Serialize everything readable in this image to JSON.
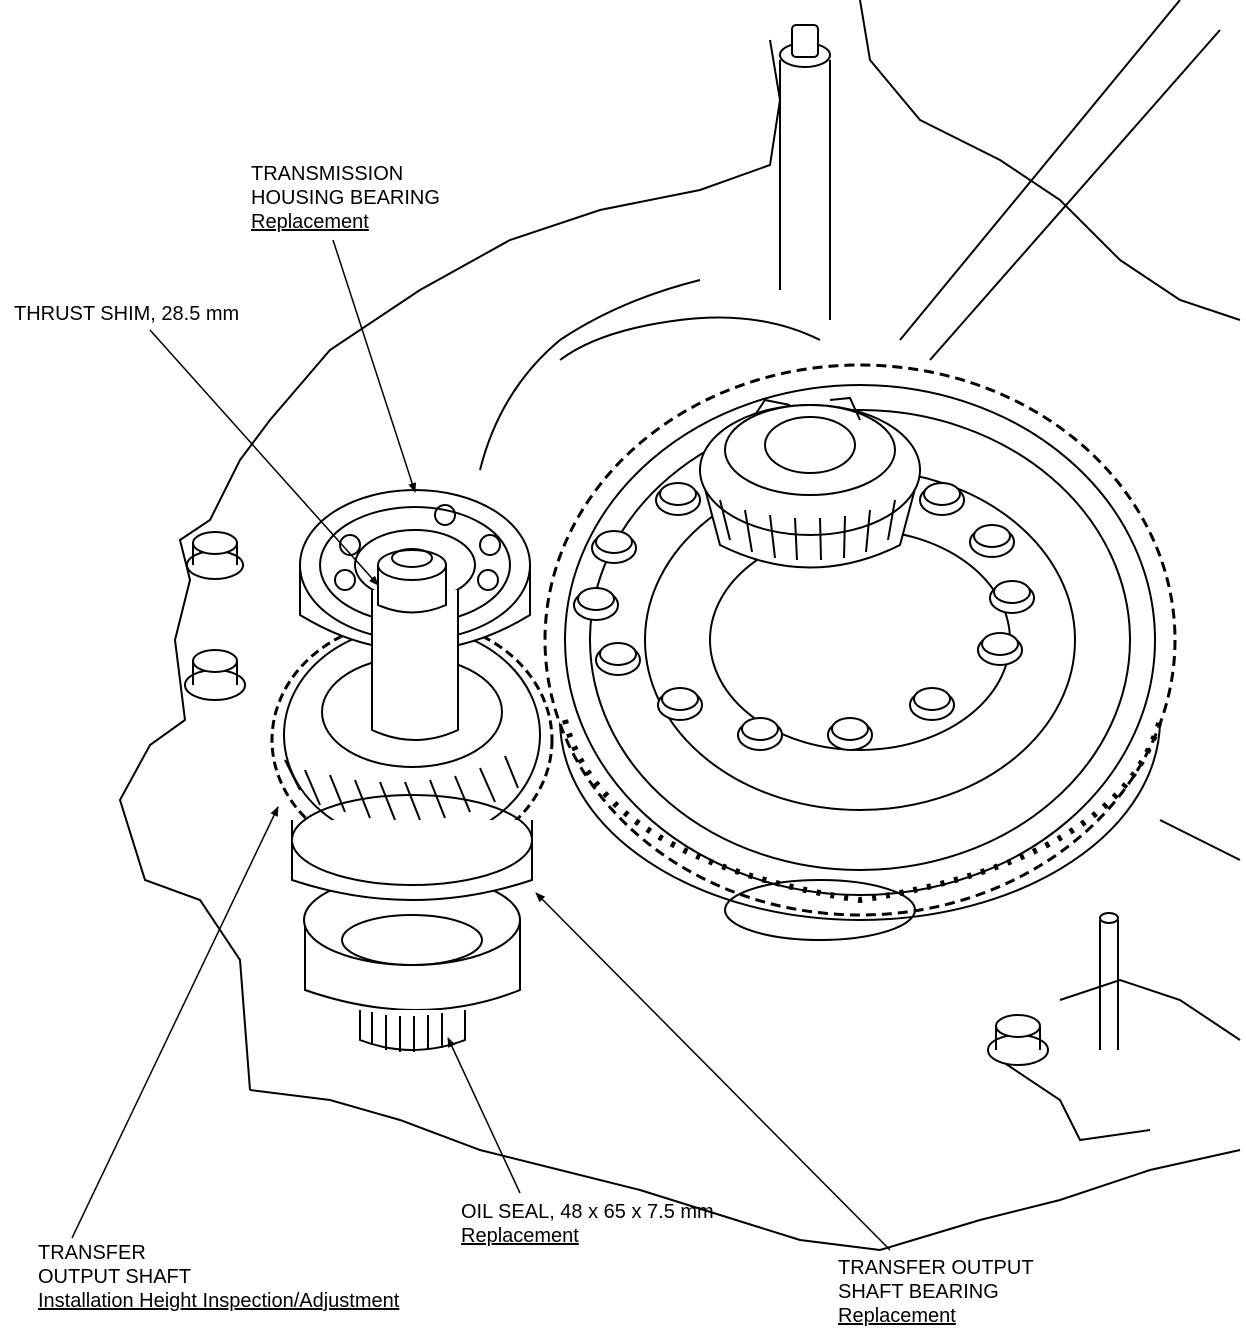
{
  "labels": {
    "housing_bearing": {
      "line1": "TRANSMISSION",
      "line2": "HOUSING BEARING",
      "action": "Replacement"
    },
    "thrust_shim": {
      "line1": "THRUST SHIM, 28.5 mm"
    },
    "oil_seal": {
      "line1": "OIL SEAL, 48 x 65 x 7.5 mm",
      "action": "Replacement"
    },
    "output_shaft": {
      "line1": "TRANSFER",
      "line2": "OUTPUT SHAFT",
      "action": "Installation Height Inspection/Adjustment"
    },
    "output_shaft_bearing": {
      "line1": "TRANSFER OUTPUT",
      "line2": "SHAFT BEARING",
      "action": "Replacement"
    }
  },
  "colors": {
    "line": "#000000",
    "background": "#ffffff"
  }
}
